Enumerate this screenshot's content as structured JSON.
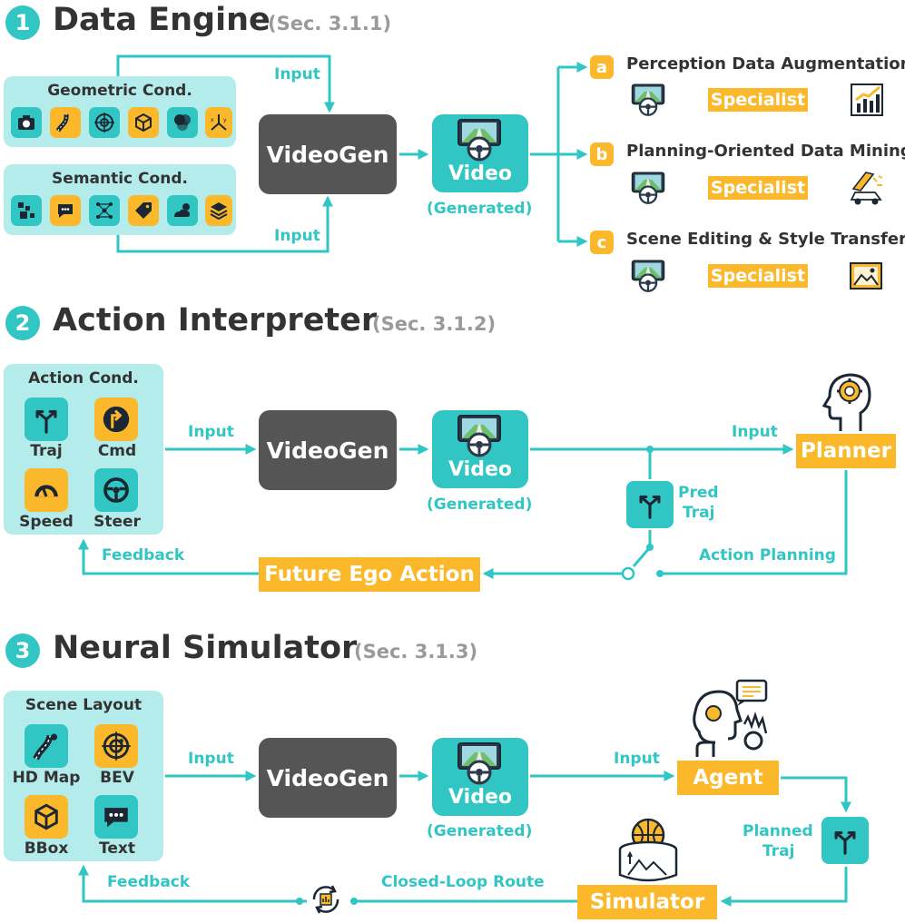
{
  "colors": {
    "teal": "#31c5c4",
    "light_teal": "#b3ecea",
    "yellow": "#fbb82b",
    "dark_gray": "#555555",
    "text": "#333333",
    "ref_gray": "#9a9a9a"
  },
  "sections": [
    {
      "number": "1",
      "title": "Data Engine",
      "ref": "(Sec. 3.1.1)"
    },
    {
      "number": "2",
      "title": "Action Interpreter",
      "ref": "(Sec. 3.1.2)"
    },
    {
      "number": "3",
      "title": "Neural Simulator",
      "ref": "(Sec. 3.1.3)"
    }
  ],
  "common": {
    "videogen": "VideoGen",
    "video": "Video",
    "generated": "(Generated)",
    "input": "Input",
    "feedback": "Feedback",
    "specialist": "Specialist"
  },
  "data_engine": {
    "geometric": {
      "title": "Geometric Cond.",
      "icons": [
        "camera-icon",
        "road-icon",
        "radar-icon",
        "cube-icon",
        "layers-icon",
        "axes-icon"
      ]
    },
    "semantic": {
      "title": "Semantic Cond.",
      "icons": [
        "segmentation-icon",
        "chat-icon",
        "graph-icon",
        "tag-icon",
        "weather-icon",
        "stack-icon"
      ]
    },
    "tasks": [
      {
        "badge": "a",
        "label": "Perception Data Augmentation",
        "output_icon": "chart-icon"
      },
      {
        "badge": "b",
        "label": "Planning-Oriented Data Mining",
        "output_icon": "crash-icon"
      },
      {
        "badge": "c",
        "label": "Scene Editing & Style Transfer",
        "output_icon": "picture-icon"
      }
    ]
  },
  "action_interpreter": {
    "panel_title": "Action Cond.",
    "items": [
      {
        "label": "Traj",
        "icon": "trajectory-icon"
      },
      {
        "label": "Cmd",
        "icon": "command-icon"
      },
      {
        "label": "Speed",
        "icon": "speedometer-icon"
      },
      {
        "label": "Steer",
        "icon": "steering-icon"
      }
    ],
    "planner": "Planner",
    "pred_traj_line1": "Pred",
    "pred_traj_line2": "Traj",
    "action_planning": "Action Planning",
    "future_ego_action": "Future Ego Action"
  },
  "neural_simulator": {
    "panel_title": "Scene Layout",
    "items": [
      {
        "label": "HD Map",
        "icon": "hdmap-icon"
      },
      {
        "label": "BEV",
        "icon": "bev-icon"
      },
      {
        "label": "BBox",
        "icon": "bbox-icon"
      },
      {
        "label": "Text",
        "icon": "text-icon"
      }
    ],
    "agent": "Agent",
    "planned_traj_line1": "Planned",
    "planned_traj_line2": "Traj",
    "simulator": "Simulator",
    "closed_loop_route": "Closed-Loop Route"
  }
}
